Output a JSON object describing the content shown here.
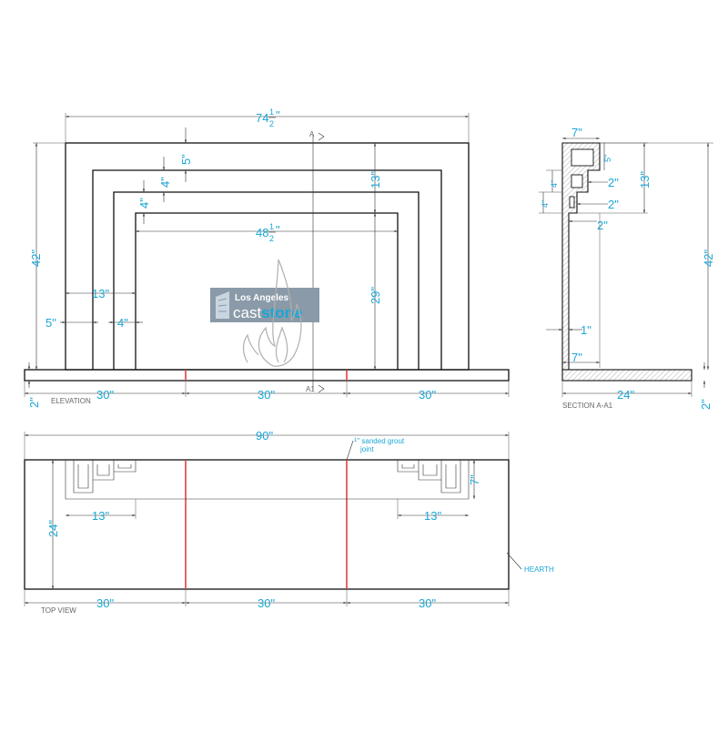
{
  "colors": {
    "dimension": "#1aa6d6",
    "outline": "#111111",
    "grout_joint": "#e04040",
    "logo_bg": "#8a9aa8",
    "label": "#666666"
  },
  "logo": {
    "line1": "Los Angeles",
    "word_a": "cast",
    "word_b": "stone",
    "icon": "building-icon",
    "watermark_icon": "flame-icon"
  },
  "elevation": {
    "label": "ELEVATION",
    "section_marker_top": "A",
    "section_marker_bottom": "A1",
    "dims": {
      "overall_width": {
        "whole": "74",
        "num": "1",
        "den": "2",
        "unit": "\""
      },
      "height": "42\"",
      "d_5_top": "5\"",
      "d_4_a": "4\"",
      "d_4_b": "4\"",
      "d_13_right": "13\"",
      "opening_width": {
        "whole": "48",
        "num": "1",
        "den": "2",
        "unit": "\""
      },
      "d_13_leg": "13\"",
      "d_29": "29\"",
      "d_5_side": "5\"",
      "d_4_side": "4\"",
      "d_2": "2\"",
      "seg_1": "30\"",
      "seg_2": "30\"",
      "seg_3": "30\""
    }
  },
  "section": {
    "label": "SECTION A-A1",
    "dims": {
      "d_7_top": "7\"",
      "d_5_small": "5\"",
      "d_4_a": "4\"",
      "d_4_b": "4\"",
      "d_13": "13\"",
      "d_2_a": "2\"",
      "d_2_b": "2\"",
      "d_2_c": "2\"",
      "d_42": "42\"",
      "d_1": "1\"",
      "d_7_bottom": "7\"",
      "d_24": "24\"",
      "d_2_hearth": "2\""
    }
  },
  "top_view": {
    "label": "TOP VIEW",
    "hearth_label": "HEARTH",
    "grout_note_line1": "\" sanded grout",
    "grout_note_line2": "joint",
    "dims": {
      "overall": "90\"",
      "depth": "24\"",
      "d_13_left": "13\"",
      "d_13_right": "13\"",
      "d_7": "7\"",
      "seg_1": "30\"",
      "seg_2": "30\"",
      "seg_3": "30\""
    }
  }
}
